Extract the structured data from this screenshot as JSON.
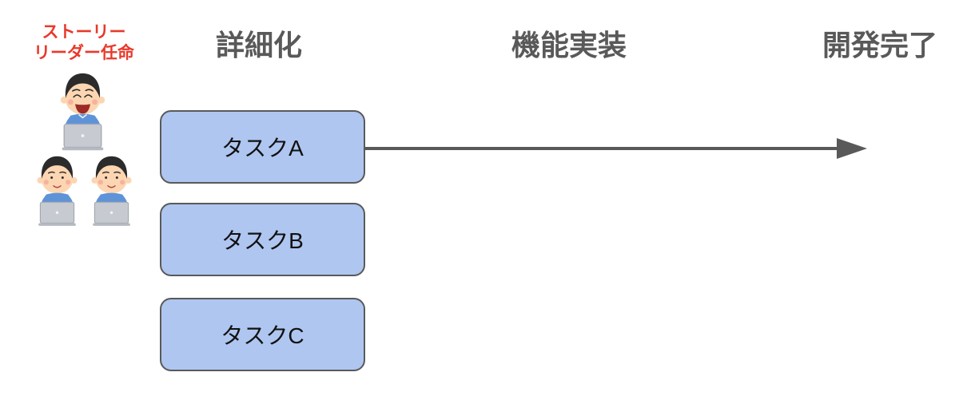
{
  "annotation": {
    "line1": "ストーリー",
    "line2": "リーダー任命",
    "color": "#e8392b"
  },
  "stages": [
    {
      "label": "詳細化"
    },
    {
      "label": "機能実装"
    },
    {
      "label": "開発完了"
    }
  ],
  "tasks": [
    {
      "label": "タスクA"
    },
    {
      "label": "タスクB"
    },
    {
      "label": "タスクC"
    }
  ],
  "arrow": {
    "from_task": "タスクA",
    "direction": "right",
    "color": "#595959"
  },
  "illustration": {
    "name": "team-of-three-people-with-laptops",
    "members": 3
  },
  "colors": {
    "task_fill": "#aec6f0",
    "task_border": "#595959",
    "stage_text": "#595959",
    "annotation_red": "#e8392b",
    "arrow_gray": "#595959"
  }
}
